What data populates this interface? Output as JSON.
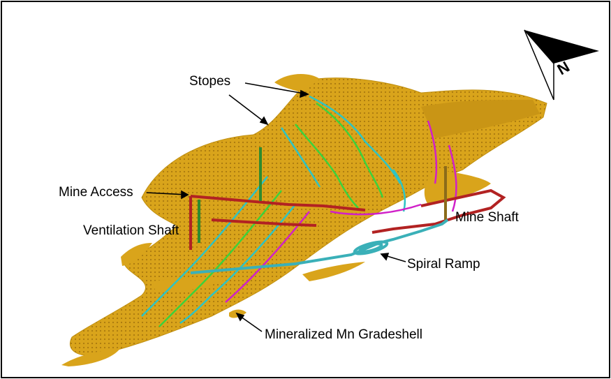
{
  "figure": {
    "labels": {
      "stopes": "Stopes",
      "mine_access": "Mine Access",
      "ventilation_shaft": "Ventilation Shaft",
      "mine_shaft": "Mine Shaft",
      "spiral_ramp": "Spiral Ramp",
      "gradeshell": "Mineralized Mn Gradeshell"
    },
    "north_arrow": {
      "letter": "N"
    },
    "colors": {
      "gradeshell": "#d4a017",
      "gradeshell_dark": "#b8860b",
      "stope_cyan": "#2ec4c4",
      "stope_green": "#3cd23c",
      "stope_magenta": "#d020c8",
      "mine_access": "#b22222",
      "ventilation_shaft": "#2e8b2e",
      "mine_shaft": "#8b6b1a",
      "spiral_ramp": "#3ab0b8"
    }
  }
}
